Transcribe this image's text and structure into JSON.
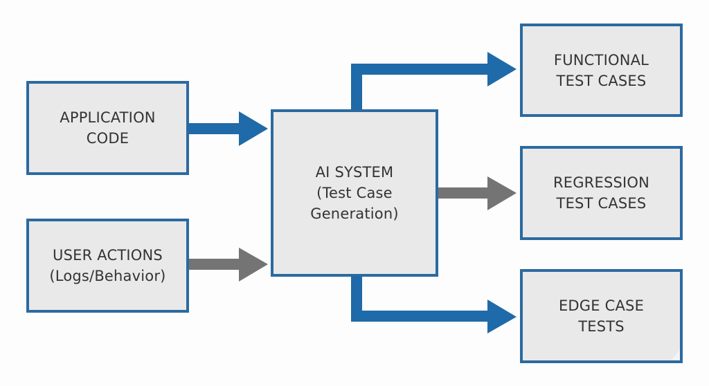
{
  "diagram": {
    "colors": {
      "primary_arrow": "#1f6aa8",
      "secondary_arrow": "#747474",
      "box_fill": "#e9e9e9",
      "box_border": "#2b6aa0",
      "text": "#333333"
    },
    "inputs": [
      {
        "id": "application-code",
        "lines": [
          "APPLICATION",
          "CODE"
        ]
      },
      {
        "id": "user-actions",
        "lines": [
          "USER ACTIONS",
          "(Logs/Behavior)"
        ]
      }
    ],
    "core": {
      "id": "ai-system",
      "lines": [
        "AI SYSTEM",
        "(Test Case",
        "Generation)"
      ]
    },
    "outputs": [
      {
        "id": "functional-test-cases",
        "lines": [
          "FUNCTIONAL",
          "TEST CASES"
        ]
      },
      {
        "id": "regression-test-cases",
        "lines": [
          "REGRESSION",
          "TEST CASES"
        ]
      },
      {
        "id": "edge-case-tests",
        "lines": [
          "EDGE CASE",
          "TESTS"
        ]
      }
    ],
    "edges": [
      {
        "from": "application-code",
        "to": "ai-system",
        "style": "primary"
      },
      {
        "from": "user-actions",
        "to": "ai-system",
        "style": "secondary"
      },
      {
        "from": "ai-system",
        "to": "functional-test-cases",
        "style": "primary"
      },
      {
        "from": "ai-system",
        "to": "regression-test-cases",
        "style": "secondary"
      },
      {
        "from": "ai-system",
        "to": "edge-case-tests",
        "style": "primary"
      }
    ]
  }
}
